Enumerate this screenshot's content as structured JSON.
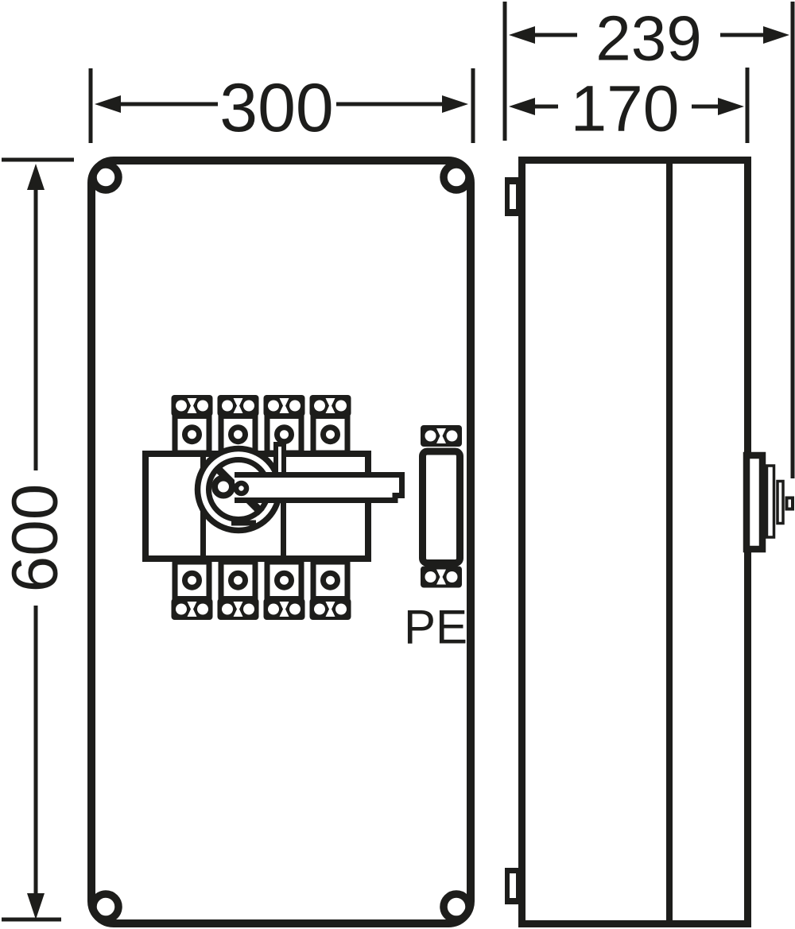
{
  "colors": {
    "ink": "#1d1d1b",
    "background": "#ffffff"
  },
  "dimensions": {
    "front_width": "300",
    "front_height": "600",
    "side_depth_total": "239",
    "side_depth_enclosure": "170"
  },
  "labels": {
    "pe_terminal": "PE"
  }
}
